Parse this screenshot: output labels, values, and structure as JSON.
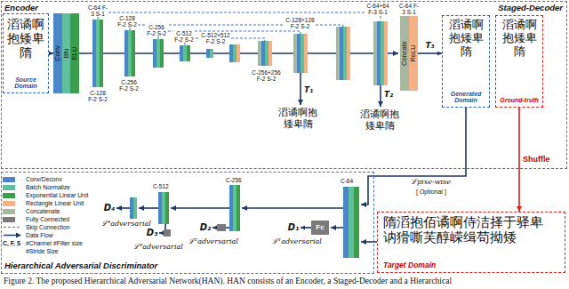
{
  "diagram": {
    "caption": "Figure 2. The proposed Hierarchical Adversarial Network(HAN). HAN consists of an Encoder, a Staged-Decoder and a Hierarchical",
    "nodes": [
      {
        "text": [
          "Encoder",
          "Staged-Decoder"
        ]
      },
      {
        "text": [
          "滔谲啊抱矮卑隋",
          "Source Domain"
        ],
        "in": 0
      },
      {
        "text": [
          "Conv"
        ],
        "in": 0
      },
      {
        "text": [
          "BN"
        ],
        "in": 0
      },
      {
        "text": [
          "ELU"
        ],
        "in": 0
      },
      {
        "text": [
          "Concate"
        ],
        "in": 0
      },
      {
        "text": [
          "ReLU"
        ],
        "in": 0
      },
      {
        "text": [
          "滔谲啊抱矮卑隋",
          "Generated Domain"
        ],
        "in": 0
      },
      {
        "text": [
          "滔谲啊抱矮卑隋",
          "Ground-truth"
        ],
        "in": 0
      },
      {
        "text": [
          "Hierarchical Adversarial Discriminator"
        ]
      },
      {
        "text": [
          "D₄"
        ],
        "in": 9
      },
      {
        "text": [
          "D₃"
        ],
        "in": 9
      },
      {
        "text": [
          "D₂"
        ],
        "in": 9
      },
      {
        "text": [
          "D₁"
        ],
        "in": 9
      },
      {
        "text": [
          "Fc"
        ],
        "in": 9
      },
      {
        "text": [
          "隋滔抱佰谲啊侍洁择于驿卑讷猾嘶芙醇嵘缉苟拗矮",
          "Target Domain"
        ]
      }
    ],
    "edges": [
      {
        "from": 1,
        "to": 2,
        "arrow": "to"
      },
      {
        "from": 6,
        "to": 7,
        "arrow": "to",
        "label": "T₃"
      },
      {
        "from": 8,
        "to": 15,
        "arrow": "to",
        "label": "Shuffle"
      },
      {
        "from": 14,
        "to": 13,
        "arrow": "to"
      }
    ],
    "labels": [
      "C-64 F-3 S-1",
      "C-128 F-2 S-2",
      "C-256 F-2 S-2",
      "C-512 F-2 S-2",
      "C-512+512 F-2 S-2",
      "C-128+128 F-2 S-2",
      "C-64+64 F-3 S-1",
      "C-64 F-3 S-1",
      "C-128 F-2 S-2",
      "C-256 F-2 S-2",
      "C-256+256 F-2 S-2",
      "T₁",
      "滔谲啊抱矮卑隋",
      "T₂",
      "滔谲啊抱矮卑隋",
      "ℒpixe-wise",
      "[ Optional ]",
      "C-512",
      "C-256",
      "C-64",
      "ℒ¹adversarial",
      "ℒ²adversarial",
      "ℒ³adversarial",
      "ℒ⁴adversarial",
      "C, F, S"
    ],
    "legend": [
      {
        "text": "Conv/Deconv",
        "color": "#4a86c8"
      },
      {
        "text": "Batch Normalize",
        "color": "#5fbf9f"
      },
      {
        "text": "Exponential Linear Unit",
        "color": "#3a9e4a"
      },
      {
        "text": "Rectangle Linear Unit",
        "color": "#f4b183"
      },
      {
        "text": "Concatenate",
        "color": "#a8b8a0"
      },
      {
        "text": "Fully Connected",
        "color": "#7a7a7a"
      },
      {
        "text": "Skip Connection"
      },
      {
        "text": "Data Flow"
      },
      {
        "text": "#Channel #Filter size #Stride Size"
      }
    ]
  }
}
